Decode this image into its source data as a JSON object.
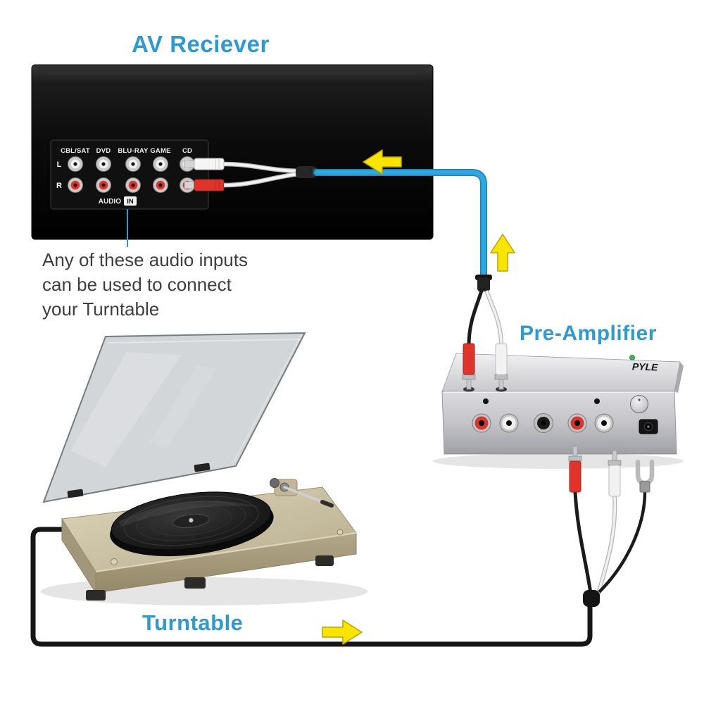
{
  "labels": {
    "av_receiver": "AV Reciever",
    "pre_amplifier": "Pre-Amplifier",
    "turntable": "Turntable"
  },
  "annotation": {
    "line1": "Any of these audio inputs",
    "line2": "can be used to connect",
    "line3": "your Turntable"
  },
  "receiver_panel": {
    "inputs": [
      "CBL/SAT",
      "DVD",
      "BLU-RAY",
      "GAME",
      "CD"
    ],
    "row_left": "L",
    "row_right": "R",
    "audio_label": "AUDIO",
    "in_label": "IN"
  },
  "preamp": {
    "brand": "PYLE"
  },
  "colors": {
    "label_blue": "#2d9ad2",
    "cable_blue": "#2fa8e1",
    "arrow_yellow": "#f9e400",
    "rca_red": "#e0342b",
    "rca_white": "#f2f2f2",
    "annotation_text": "#3e3e3e"
  }
}
